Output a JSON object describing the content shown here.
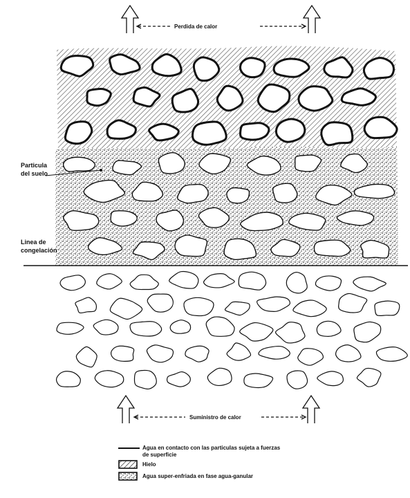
{
  "diagram": {
    "top_arrow_label": "Perdida de calor",
    "bottom_arrow_label": "Suministro de calor",
    "particle_label_line1": "Particula",
    "particle_label_line2": "del suelo",
    "freeze_line_label_line1": "Linea de",
    "freeze_line_label_line2": "congelación"
  },
  "legend": {
    "items": [
      {
        "key": "water_film",
        "text": "Agua en contacto con las particulas sujeta a fuerzas de superficie"
      },
      {
        "key": "ice",
        "text": "Hielo"
      },
      {
        "key": "supercooled",
        "text": "Agua super-enfriada en fase agua-ganular"
      }
    ]
  },
  "colors": {
    "ink": "#111111",
    "paper": "#ffffff"
  }
}
